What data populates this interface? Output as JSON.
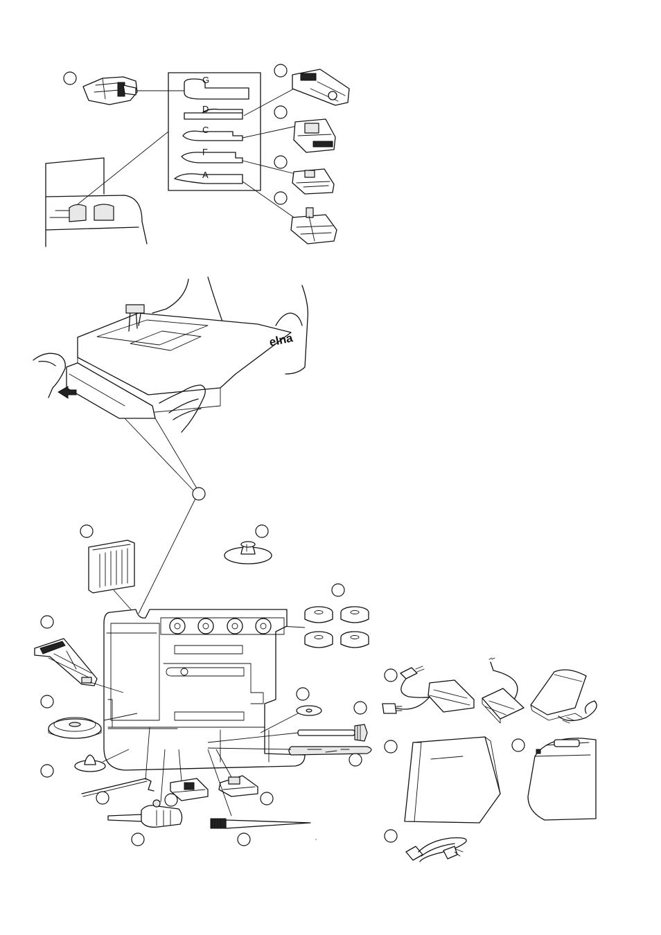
{
  "foot_chart": {
    "labels": [
      "G",
      "D",
      "C",
      "F",
      "A"
    ]
  },
  "machine": {
    "brand": "elna"
  },
  "icons": {
    "presser_foot": "presser-foot-icon",
    "needle_pack": "needle-pack-icon",
    "spool_cap": "spool-cap-icon",
    "bobbin": "bobbin-icon",
    "foot_control": "foot-control-icon",
    "dust_cover": "dust-cover-icon",
    "hard_case": "hard-case-icon",
    "power_cord": "power-cord-icon",
    "screwdriver": "screwdriver-icon",
    "lint_brush": "lint-brush-icon",
    "accessory_box": "accessory-box-icon"
  }
}
